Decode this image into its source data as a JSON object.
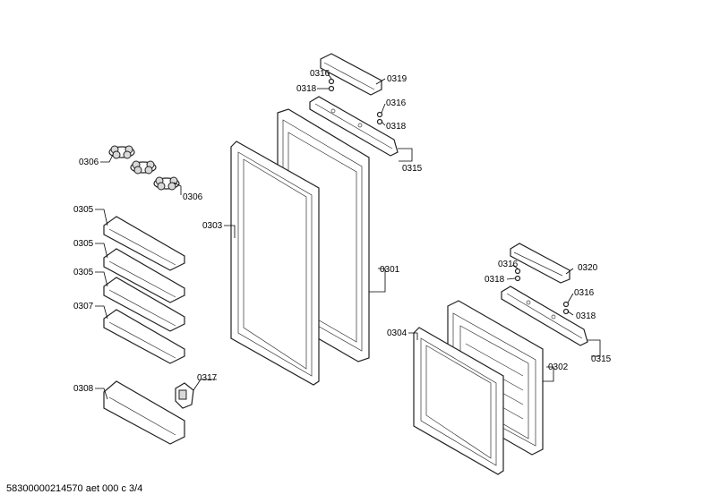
{
  "labels": {
    "l0316_a": "0316",
    "l0318_a": "0318",
    "l0319": "0319",
    "l0316_b": "0316",
    "l0318_b": "0318",
    "l0315_a": "0315",
    "l0306_a": "0306",
    "l0306_b": "0306",
    "l0303": "0303",
    "l0301": "0301",
    "l0305_a": "0305",
    "l0305_b": "0305",
    "l0305_c": "0305",
    "l0307": "0307",
    "l0308": "0308",
    "l0317": "0317",
    "l0316_c": "0316",
    "l0318_c": "0318",
    "l0320": "0320",
    "l0316_d": "0316",
    "l0318_d": "0318",
    "l0304": "0304",
    "l0302": "0302",
    "l0315_b": "0315"
  },
  "footer": "58300000214570 aet 000 c 3/4"
}
